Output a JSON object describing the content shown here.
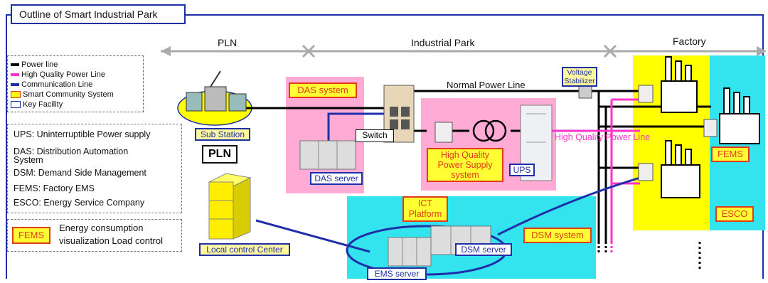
{
  "title": "Outline of Smart Industrial Park",
  "zones": {
    "pln": "PLN",
    "industrial_park": "Industrial Park",
    "factory": "Factory"
  },
  "legend": [
    {
      "label": "Power line",
      "color": "#000000"
    },
    {
      "label": "High Quality Power Line",
      "color": "#ff33cc"
    },
    {
      "label": "Communication Line",
      "color": "#1f2fa8"
    },
    {
      "label": "Smart Community System",
      "color": "#ffcc00"
    },
    {
      "label": "Key Facility",
      "color": "#1f2fa8"
    }
  ],
  "definitions": [
    "UPS: Uninterruptible Power supply",
    "DAS: Distribution Automation",
    "System",
    "DSM: Demand Side Management",
    "FEMS: Factory EMS",
    "ESCO: Energy Service Company"
  ],
  "fems_note": {
    "tag": "FEMS",
    "line1": "Energy consumption",
    "line2": "visualization Load control"
  },
  "labels": {
    "sub_station": "Sub Station",
    "pln_box": "PLN",
    "local_control": "Local control Center",
    "das_system": "DAS system",
    "switch": "Switch",
    "das_server": "DAS server",
    "normal_power_line": "Normal Power Line",
    "voltage_stabilizer_1": "Voltage",
    "voltage_stabilizer_2": "Stabilizer",
    "hq_supply_1": "High Quality",
    "hq_supply_2": "Power Supply",
    "hq_supply_3": "system",
    "ups": "UPS",
    "hq_power_line": "High Quality Power Line",
    "fems": "FEMS",
    "esco": "ESCO",
    "ict_1": "ICT",
    "ict_2": "Platform",
    "dsm_system": "DSM system",
    "dsm_server": "DSM server",
    "ems_server": "EMS server"
  },
  "colors": {
    "frame": "#1f2fa8",
    "pink": "#ffabd6",
    "cyan": "#33e4ee",
    "yellow": "#ffff00",
    "tag_border": "#e23b1a"
  }
}
